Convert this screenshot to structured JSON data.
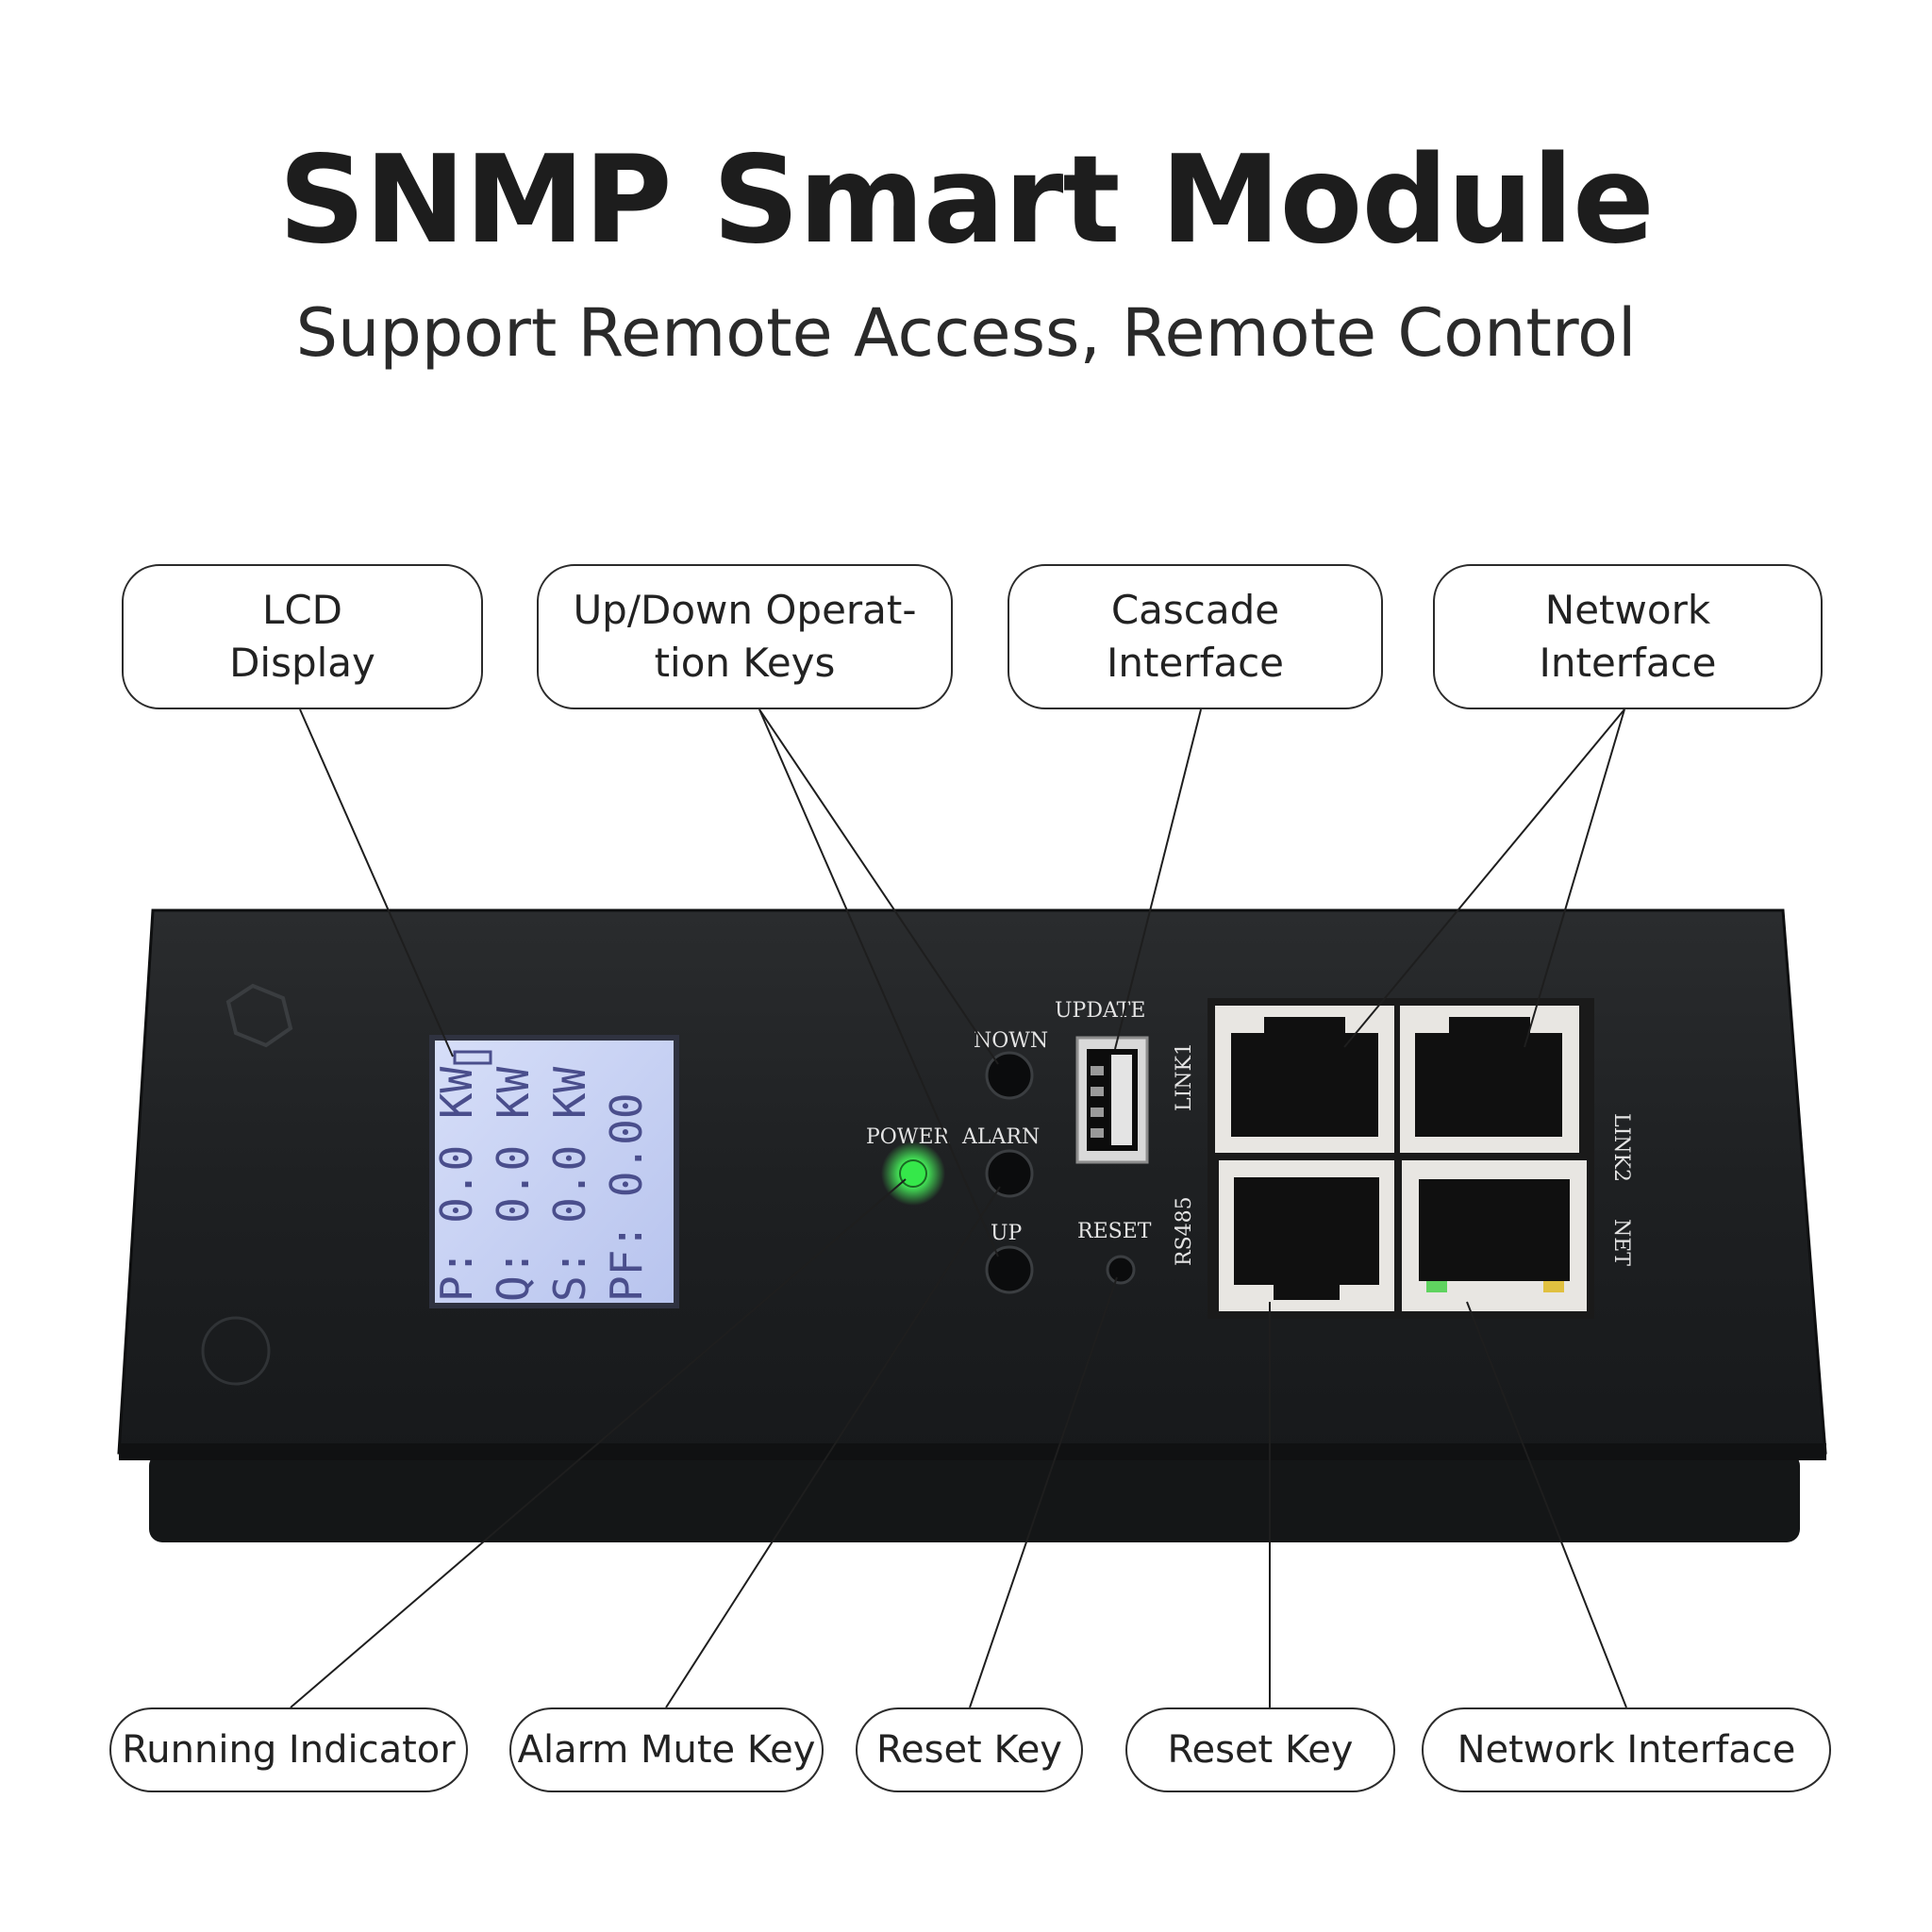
{
  "header": {
    "title": "SNMP Smart Module",
    "subtitle": "Support Remote Access, Remote Control"
  },
  "callouts_top": [
    {
      "line1": "LCD",
      "line2": "Display"
    },
    {
      "line1": "Up/Down Operat-",
      "line2": "tion Keys"
    },
    {
      "line1": "Cascade",
      "line2": "Interface"
    },
    {
      "line1": "Network",
      "line2": "Interface"
    }
  ],
  "callouts_bottom": [
    "Running Indicator",
    "Alarm Mute Key",
    "Reset Key",
    "Reset Key",
    "Network Interface"
  ],
  "device": {
    "labels": {
      "down": "NOWN",
      "power": "POWER",
      "alarm": "ALARN",
      "up": "UP",
      "update": "UPDATE",
      "reset": "RESET",
      "link1": "LINK1",
      "link2": "LINK2",
      "rs485": "RS485",
      "net": "NET"
    },
    "lcd_lines": [
      "P: 0.0 KW",
      "Q: 0.0 KW",
      "S: 0.0 KW",
      "PF: 0.00"
    ],
    "colors": {
      "housing": "#1f2123",
      "lcd": "#c9d3f4",
      "power_led": "#35e84a",
      "port_frame": "#e8e6e2"
    }
  }
}
